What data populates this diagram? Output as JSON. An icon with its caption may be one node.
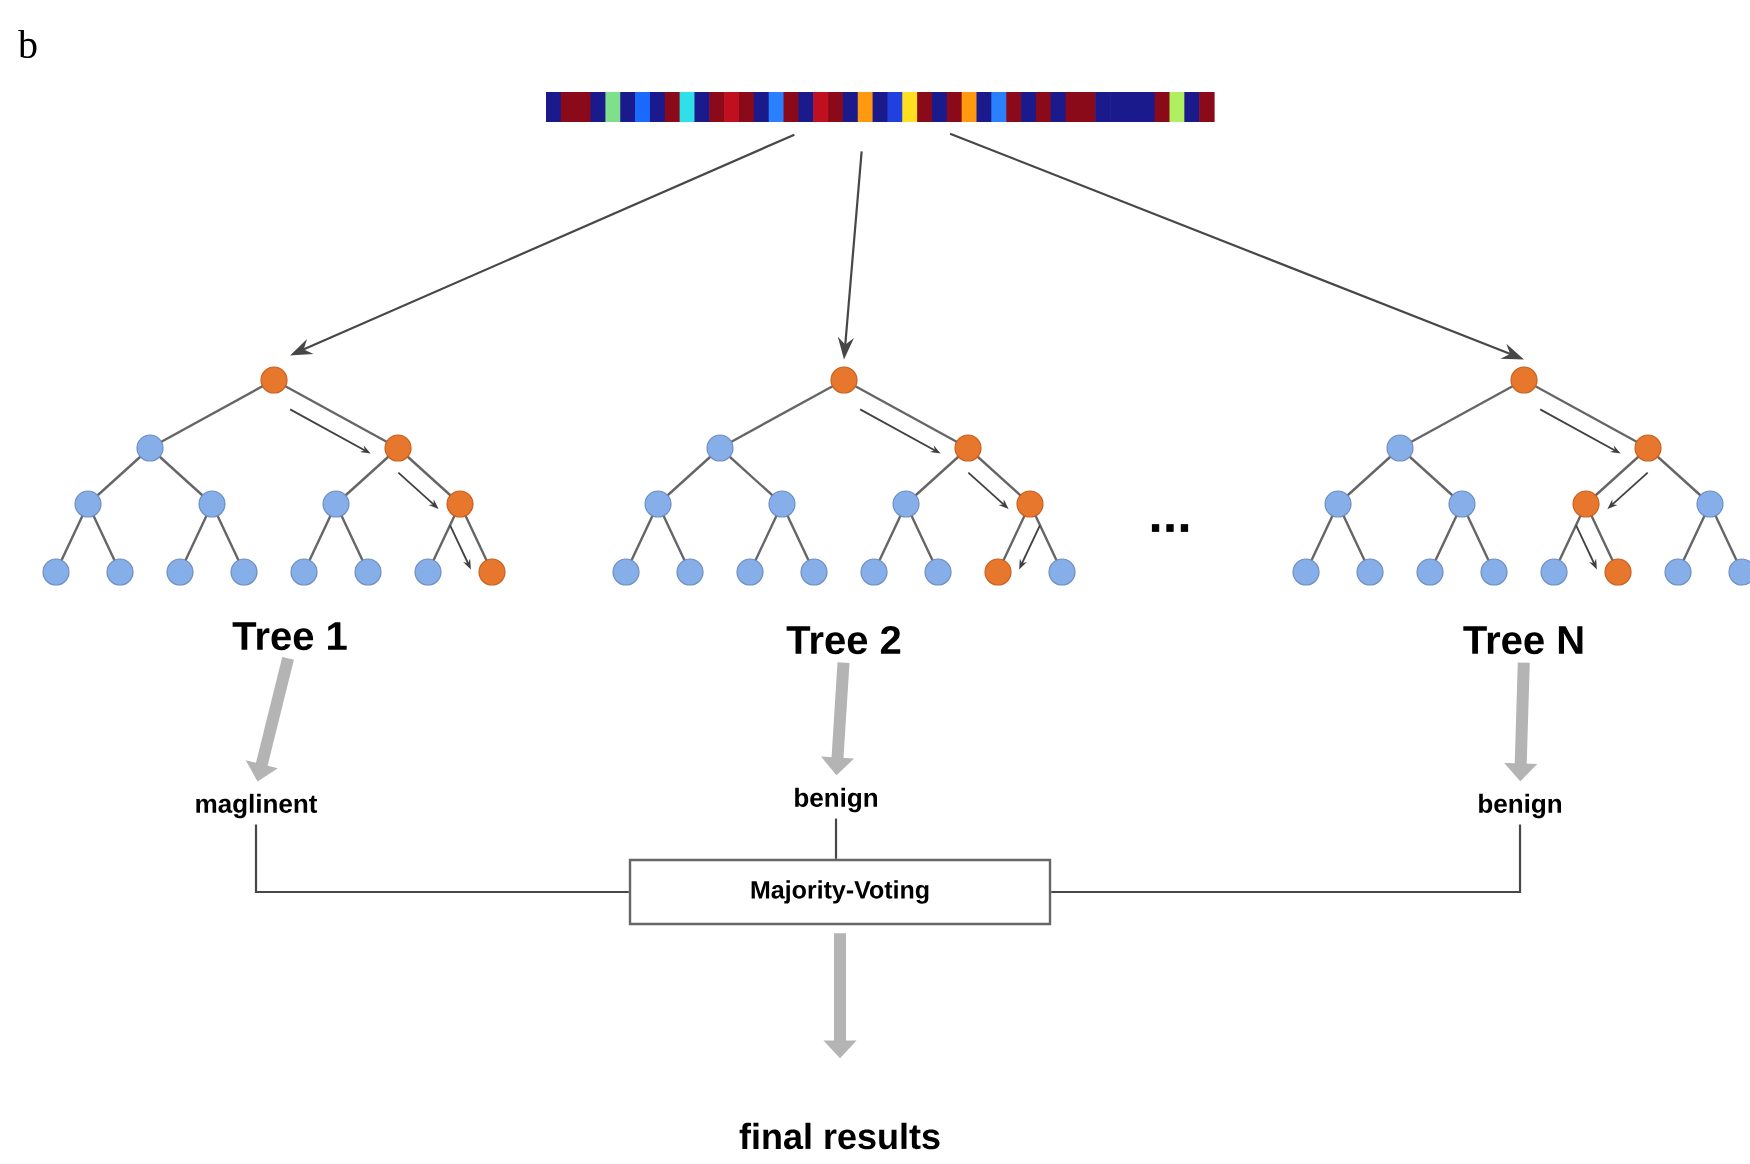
{
  "diagram": {
    "nodes": [
      {
        "text": [],
        "shape": "bar"
      },
      {
        "text": [
          "Tree 1"
        ]
      },
      {
        "text": [
          "Tree 2"
        ]
      },
      {
        "text": [
          "Tree N"
        ]
      },
      {
        "text": [
          "maglinent"
        ]
      },
      {
        "text": [
          "benign"
        ]
      },
      {
        "text": [
          "benign"
        ]
      },
      {
        "text": [
          "Majority-Voting"
        ]
      },
      {
        "text": [
          "final results"
        ]
      }
    ],
    "edges": [
      {
        "from": 0,
        "to": 1,
        "arrow": "to"
      },
      {
        "from": 0,
        "to": 2,
        "arrow": "to"
      },
      {
        "from": 0,
        "to": 3,
        "arrow": "to"
      },
      {
        "from": 1,
        "to": 4,
        "arrow": "to",
        "style": "thick",
        "color": "#b4b4b4"
      },
      {
        "from": 2,
        "to": 5,
        "arrow": "to",
        "style": "thick",
        "color": "#b4b4b4"
      },
      {
        "from": 3,
        "to": 6,
        "arrow": "to",
        "style": "thick",
        "color": "#b4b4b4"
      },
      {
        "from": 4,
        "to": 7,
        "arrow": "none"
      },
      {
        "from": 5,
        "to": 7,
        "arrow": "none"
      },
      {
        "from": 6,
        "to": 7,
        "arrow": "none"
      },
      {
        "from": 7,
        "to": 8,
        "arrow": "to",
        "style": "thick",
        "color": "#b4b4b4"
      }
    ],
    "labels": [
      "b",
      "..."
    ]
  }
}
